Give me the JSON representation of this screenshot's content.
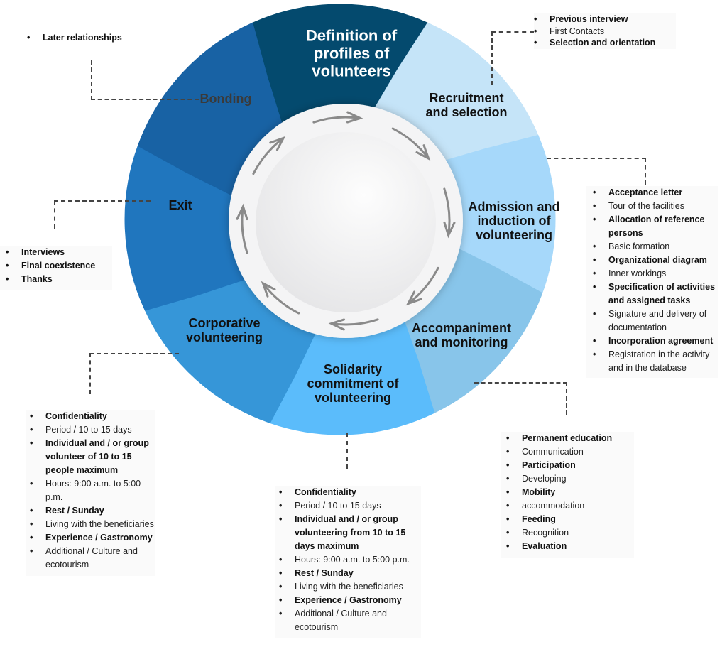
{
  "colors": {
    "definition": "#044a6e",
    "recruitment": "#c5e4f8",
    "admission": "#a6d8fa",
    "accompaniment": "#88c5ea",
    "solidarity": "#5bbcfb",
    "corporative": "#3696d8",
    "exit": "#2076be",
    "bonding": "#1862a4",
    "arrow": "#8a8a8a"
  },
  "segments": {
    "definition": "Definition of profiles of volunteers",
    "definition_lines": [
      "Definition of",
      "profiles of",
      "volunteers"
    ],
    "recruitment_lines": [
      "Recruitment",
      "and selection"
    ],
    "admission_lines": [
      "Admission and",
      "induction of",
      "volunteering"
    ],
    "accompaniment_lines": [
      "Accompaniment",
      "and monitoring"
    ],
    "solidarity_lines": [
      "Solidarity",
      "commitment of",
      "volunteering"
    ],
    "corporative_lines": [
      "Corporative",
      "volunteering"
    ],
    "exit_lines": [
      "Exit"
    ],
    "bonding_lines": [
      "Bonding"
    ]
  },
  "details": {
    "bonding": [
      {
        "text": "Later relationships",
        "strong": true
      }
    ],
    "recruitment": [
      {
        "text": "Previous interview",
        "strong": true
      },
      {
        "text": "First Contacts",
        "strong": false
      },
      {
        "text": "Selection and orientation",
        "strong": true
      }
    ],
    "admission": [
      {
        "text": "Acceptance letter",
        "strong": true
      },
      {
        "text": "Tour of the facilities",
        "strong": false
      },
      {
        "text": "Allocation of reference persons",
        "strong": true
      },
      {
        "text": "Basic formation",
        "strong": false
      },
      {
        "text": "Organizational diagram",
        "strong": true
      },
      {
        "text": "Inner workings",
        "strong": false
      },
      {
        "text": "Specification of activities and assigned tasks",
        "strong": true
      },
      {
        "text": "Signature and delivery of documentation",
        "strong": false
      },
      {
        "text": "Incorporation agreement",
        "strong": true
      },
      {
        "text": "Registration in the activity and in the database",
        "strong": false
      }
    ],
    "exit": [
      {
        "text": "Interviews",
        "strong": true
      },
      {
        "text": "Final coexistence",
        "strong": true
      },
      {
        "text": "Thanks",
        "strong": true
      }
    ],
    "corporative": [
      {
        "text": "Confidentiality",
        "strong": true
      },
      {
        "text": "Period / 10 to 15 days",
        "strong": false
      },
      {
        "text": "Individual and / or group volunteer of 10 to 15 people maximum",
        "strong": true
      },
      {
        "text": "Hours: 9:00 a.m. to 5:00 p.m.",
        "strong": false
      },
      {
        "text": "Rest / Sunday",
        "strong": true
      },
      {
        "text": "Living with the beneficiaries",
        "strong": false
      },
      {
        "text": "Experience / Gastronomy",
        "strong": true
      },
      {
        "text": "Additional / Culture and ecotourism",
        "strong": false
      }
    ],
    "solidarity": [
      {
        "text": "Confidentiality",
        "strong": true
      },
      {
        "text": "Period / 10 to 15 days",
        "strong": false
      },
      {
        "text": "Individual and / or group volunteering from 10 to 15 days maximum",
        "strong": true
      },
      {
        "text": "Hours: 9:00 a.m. to 5:00 p.m.",
        "strong": false
      },
      {
        "text": "Rest / Sunday",
        "strong": true
      },
      {
        "text": "Living with the beneficiaries",
        "strong": false
      },
      {
        "text": "Experience / Gastronomy",
        "strong": true
      },
      {
        "text": "Additional / Culture and ecotourism",
        "strong": false
      }
    ],
    "accompaniment": [
      {
        "text": "Permanent education",
        "strong": true
      },
      {
        "text": "Communication",
        "strong": false
      },
      {
        "text": "Participation",
        "strong": true
      },
      {
        "text": "Developing",
        "strong": false
      },
      {
        "text": "Mobility",
        "strong": true
      },
      {
        "text": "accommodation",
        "strong": false
      },
      {
        "text": "Feeding",
        "strong": true
      },
      {
        "text": "Recognition",
        "strong": false
      },
      {
        "text": "Evaluation",
        "strong": true
      }
    ]
  }
}
